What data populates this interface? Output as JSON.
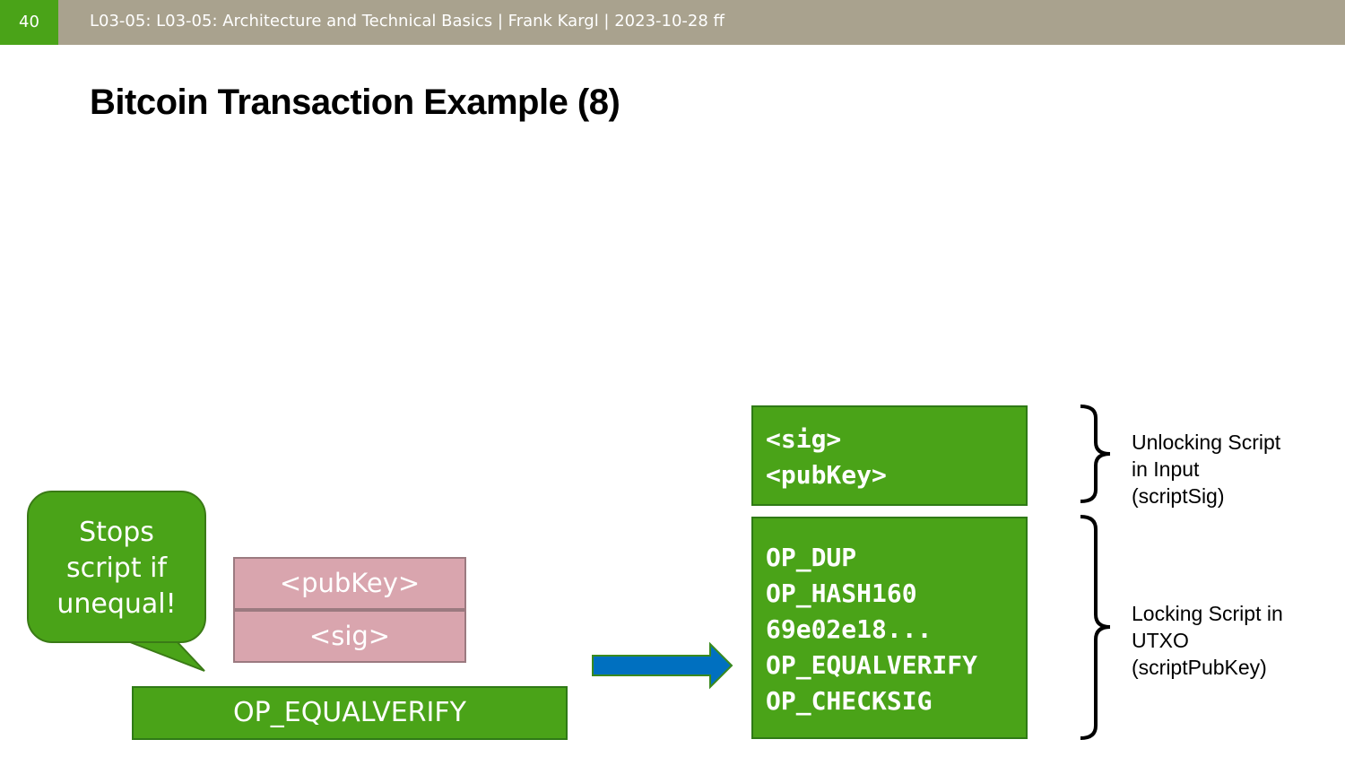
{
  "header": {
    "slide_number": "40",
    "breadcrumb": "L03-05: L03-05: Architecture and Technical Basics | Frank Kargl | 2023-10-28 ff"
  },
  "title": "Bitcoin Transaction Example (8)",
  "bubble": {
    "lines": [
      "Stops",
      "script if",
      "unequal!"
    ]
  },
  "stack": {
    "items": [
      "<pubKey>",
      "<sig>"
    ]
  },
  "current_op": "OP_EQUALVERIFY",
  "unlocking_script": {
    "lines": [
      "<sig>",
      "<pubKey>"
    ]
  },
  "locking_script": {
    "lines": [
      "OP_DUP",
      "OP_HASH160",
      "69e02e18...",
      "OP_EQUALVERIFY",
      "OP_CHECKSIG"
    ]
  },
  "labels": {
    "unlocking": [
      "Unlocking Script",
      "in Input",
      "(scriptSig)"
    ],
    "locking": [
      "Locking Script in",
      "UTXO",
      "(scriptPubKey)"
    ]
  },
  "colors": {
    "green": "#4aa318",
    "header_bar": "#a9a28e",
    "stack_pink": "#d9a5ae",
    "arrow_blue": "#0070c0"
  }
}
